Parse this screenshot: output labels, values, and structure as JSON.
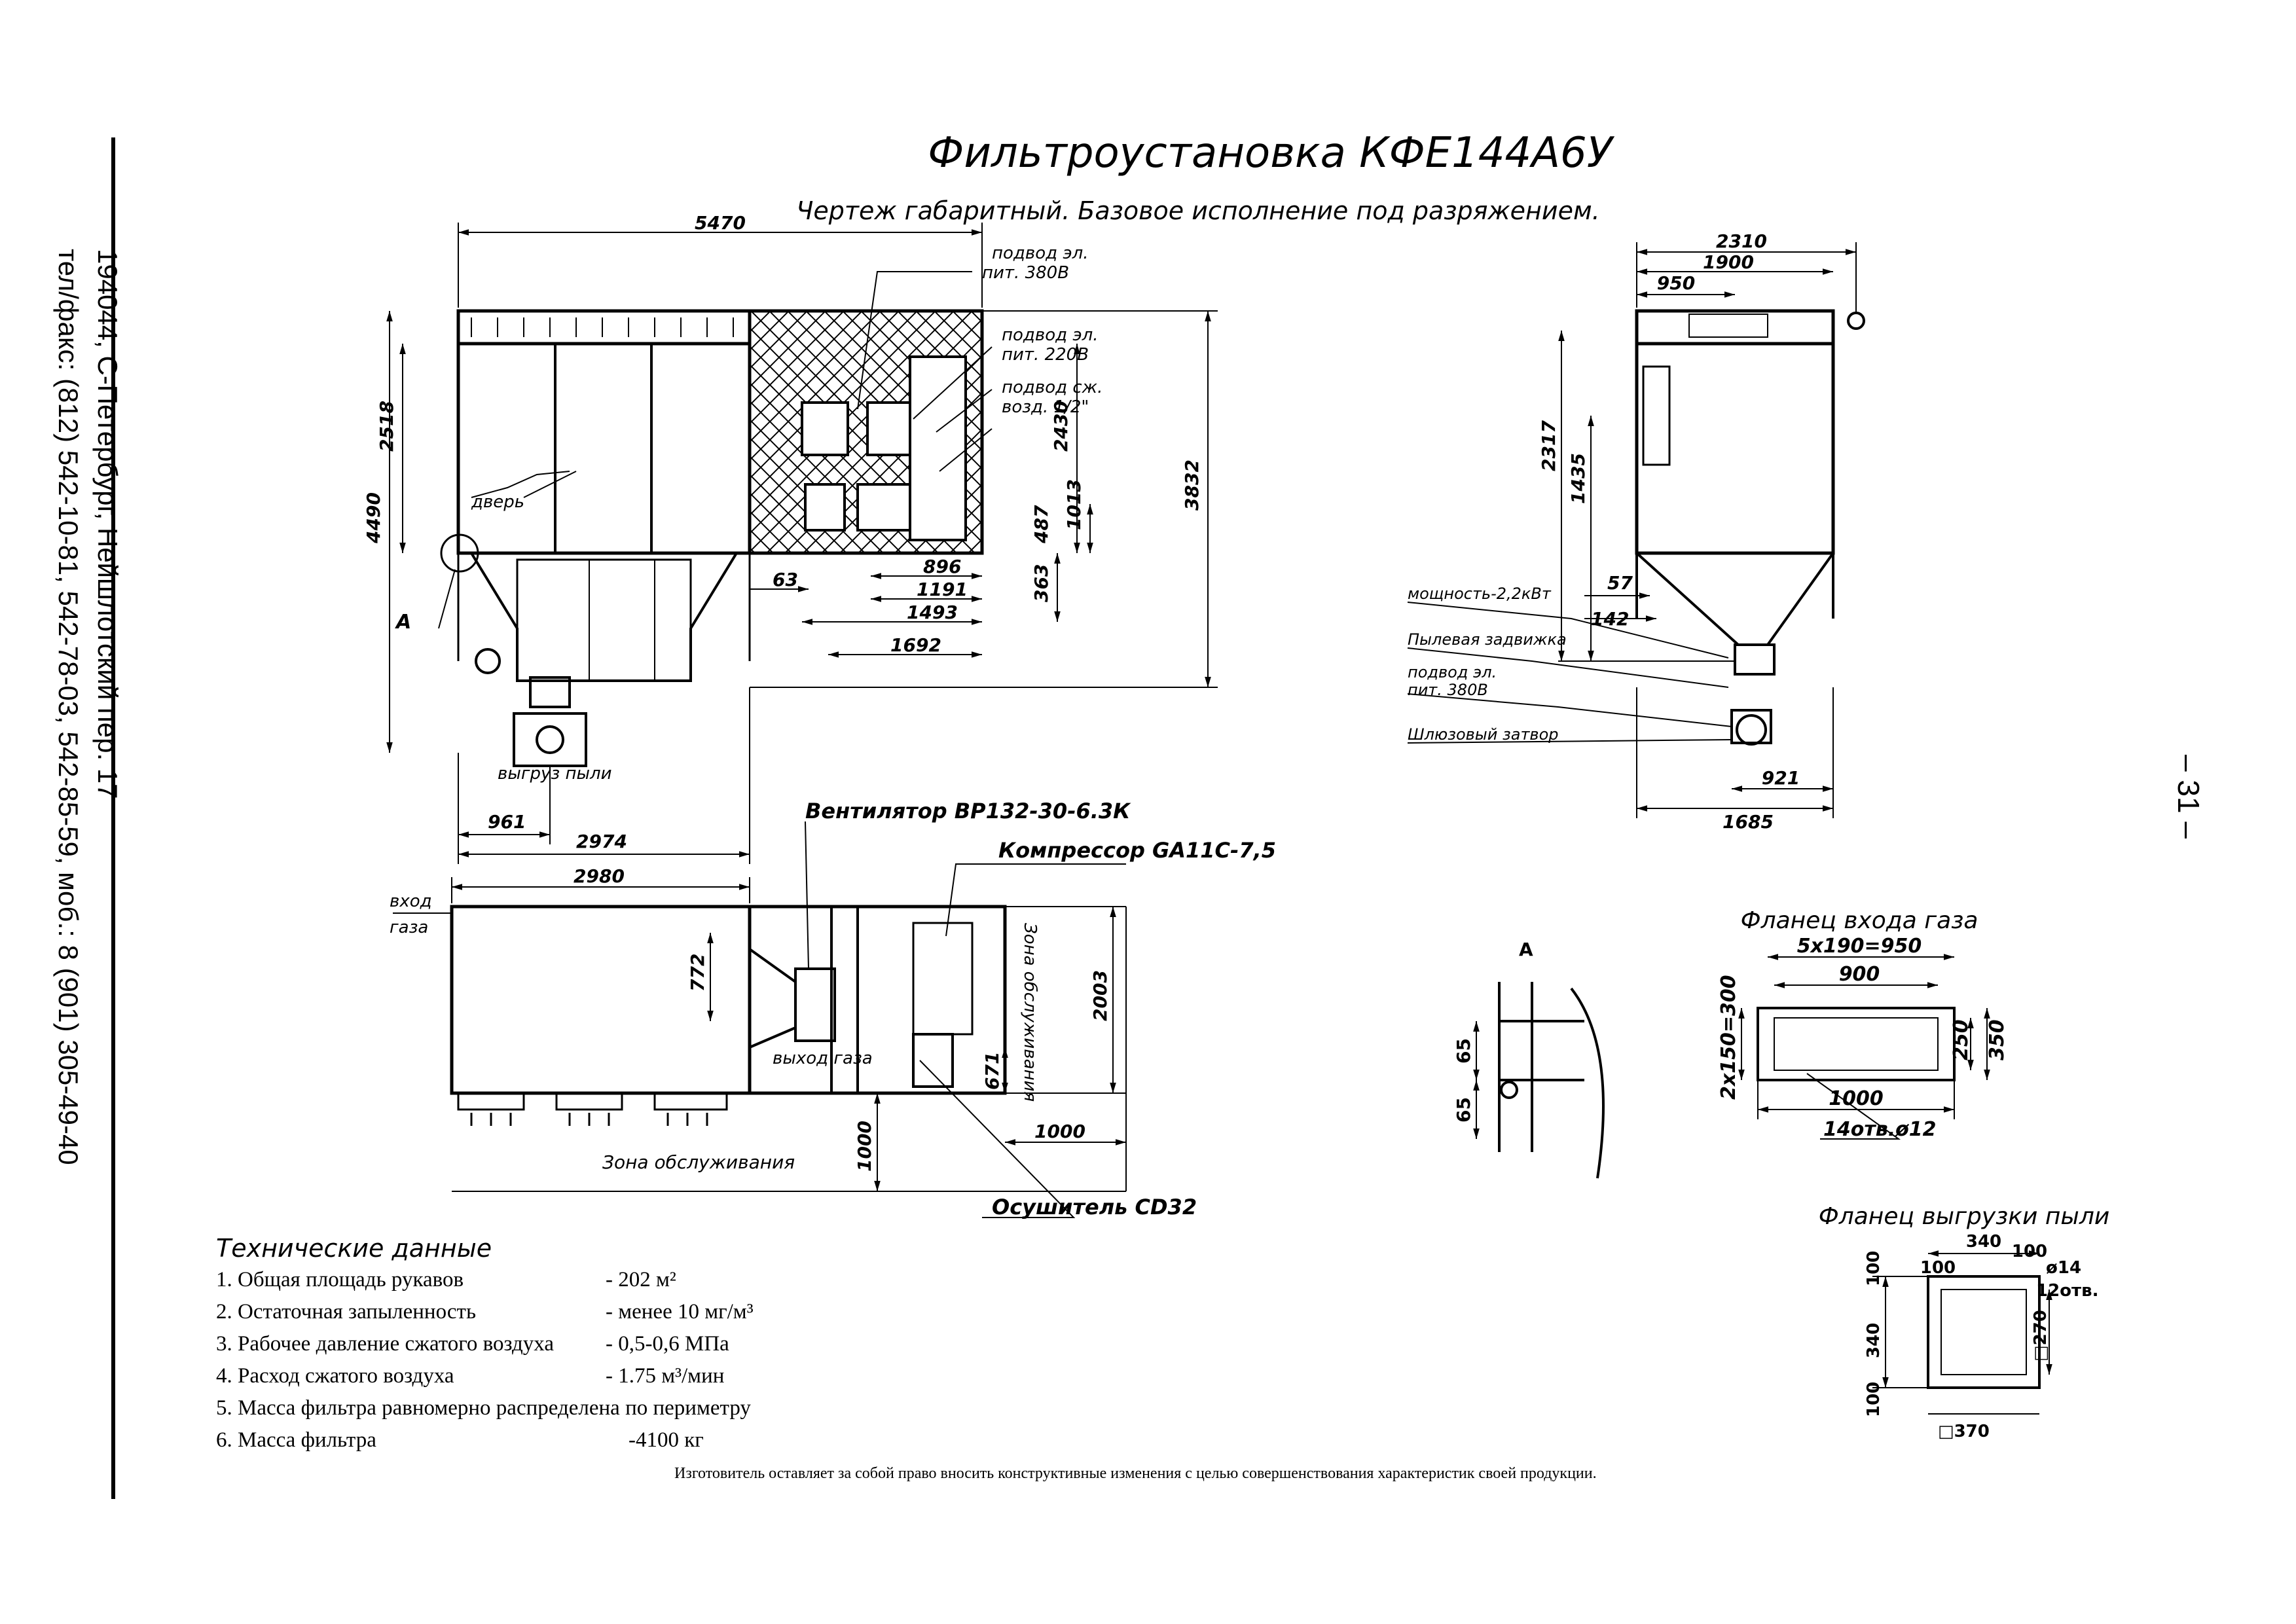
{
  "title": "Фильтроустановка КФЕ144А6У",
  "subtitle": "Чертеж габаритный. Базовое исполнение под разряжением.",
  "page_number": "– 31 –",
  "address": {
    "line1": "194044, С-Петербург, Нейшлотский пер. 17",
    "line2": "тел/факс: (812) 542-10-81, 542-78-03, 542-85-59, моб.: 8 (901) 305-49-40"
  },
  "front_view": {
    "dims": [
      "5470",
      "2518",
      "4490",
      "3832",
      "2430",
      "1013",
      "487",
      "363",
      "63",
      "896",
      "1191",
      "1493",
      "1692",
      "961",
      "2974"
    ],
    "labels": {
      "power380": [
        "подвод эл.",
        "пит. 380В"
      ],
      "power220": [
        "подвод эл.",
        "пит. 220В"
      ],
      "air": [
        "подвод сж.",
        "возд. 1/2\""
      ],
      "door": "дверь",
      "detail": "А",
      "dust": "выгруз пыли"
    }
  },
  "side_view": {
    "dims": [
      "2310",
      "1900",
      "950",
      "2317",
      "1435",
      "57",
      "142",
      "921",
      "1685"
    ],
    "labels": {
      "power": "мощность-2,2кВт",
      "dust_valve": "Пылевая задвижка",
      "power_sup": [
        "подвод эл.",
        "пит. 380В"
      ],
      "airlock": "Шлюзовый затвор"
    }
  },
  "plan_view": {
    "dims": [
      "2980",
      "772",
      "2003",
      "671",
      "1000",
      "1000"
    ],
    "labels": {
      "inlet": [
        "вход",
        "газа"
      ],
      "outlet": "выход газа",
      "fan": "Вентилятор ВР132-30-6.3К",
      "compressor": "Компрессор GA11C-7,5",
      "dryer": "Осушитель CD32",
      "service_zone": "Зона обслуживания",
      "service_zone_v": "Зона обслуживания"
    }
  },
  "detail_a": {
    "label": "А",
    "dims": [
      "65",
      "65"
    ]
  },
  "gas_flange": {
    "title": "Фланец входа газа",
    "dims": [
      "5х190=950",
      "900",
      "2х150=300",
      "250",
      "350",
      "1000"
    ],
    "holes": "14отв.ø12"
  },
  "dust_flange": {
    "title": "Фланец выгрузки пыли",
    "dims": [
      "340",
      "100",
      "100",
      "100",
      "340",
      "100",
      "ø14",
      "12отв.",
      "□270",
      "□370"
    ]
  },
  "tech_data": {
    "header": "Технические данные",
    "rows": [
      {
        "label": "1. Общая площадь рукавов",
        "value": "- 202 м²"
      },
      {
        "label": "2. Остаточная запыленность",
        "value": "- менее 10 мг/м³"
      },
      {
        "label": "3. Рабочее давление сжатого воздуха",
        "value": "- 0,5-0,6 МПа"
      },
      {
        "label": "4. Расход сжатого воздуха",
        "value": "- 1.75 м³/мин"
      },
      {
        "label": "5. Масса фильтра равномерно распределена по периметру",
        "value": ""
      },
      {
        "label": "6. Масса фильтра",
        "value": "-4100 кг"
      }
    ]
  },
  "footer_note": "Изготовитель оставляет за собой право вносить конструктивные изменения с целью совершенствования характеристик своей продукции."
}
